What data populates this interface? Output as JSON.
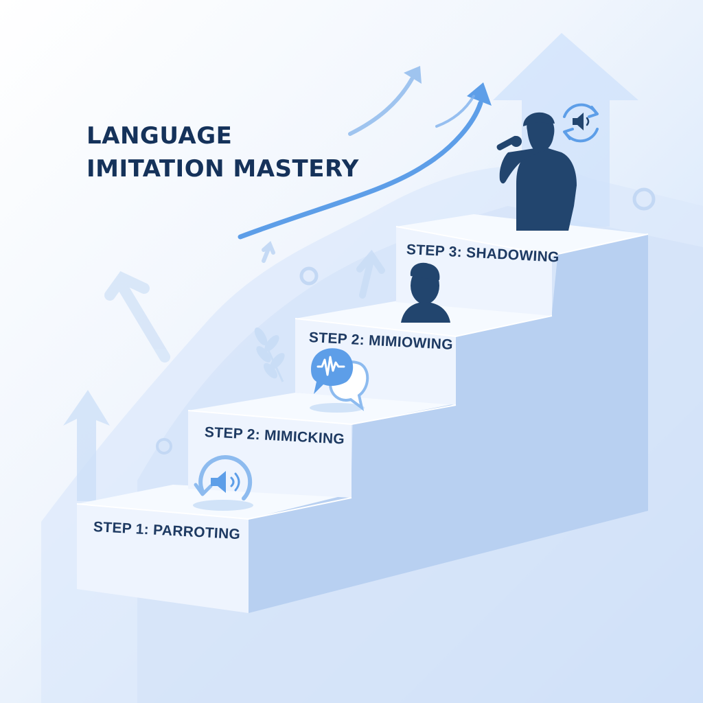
{
  "title": {
    "line1": "LANGUAGE",
    "line2": "IMITATION MASTERY"
  },
  "steps": [
    {
      "label": "STEP 1: PARROTING",
      "icon": "speaker-repeat-icon"
    },
    {
      "label": "STEP 2: MIMICKING",
      "icon": "sound-wave-bubble-icon"
    },
    {
      "label": "STEP 2: MIMIOWING",
      "icon": "person-head-icon"
    },
    {
      "label": "STEP 3: SHADOWING",
      "icon": "person-microphone-icon"
    }
  ],
  "colors": {
    "title": "#15325a",
    "label": "#1e3a62",
    "silhouette": "#22456e",
    "accent": "#4a90e2",
    "stair_top": "#f7fbff",
    "stair_front": "#eaf2fd",
    "stair_side": "#b4cdf0"
  }
}
